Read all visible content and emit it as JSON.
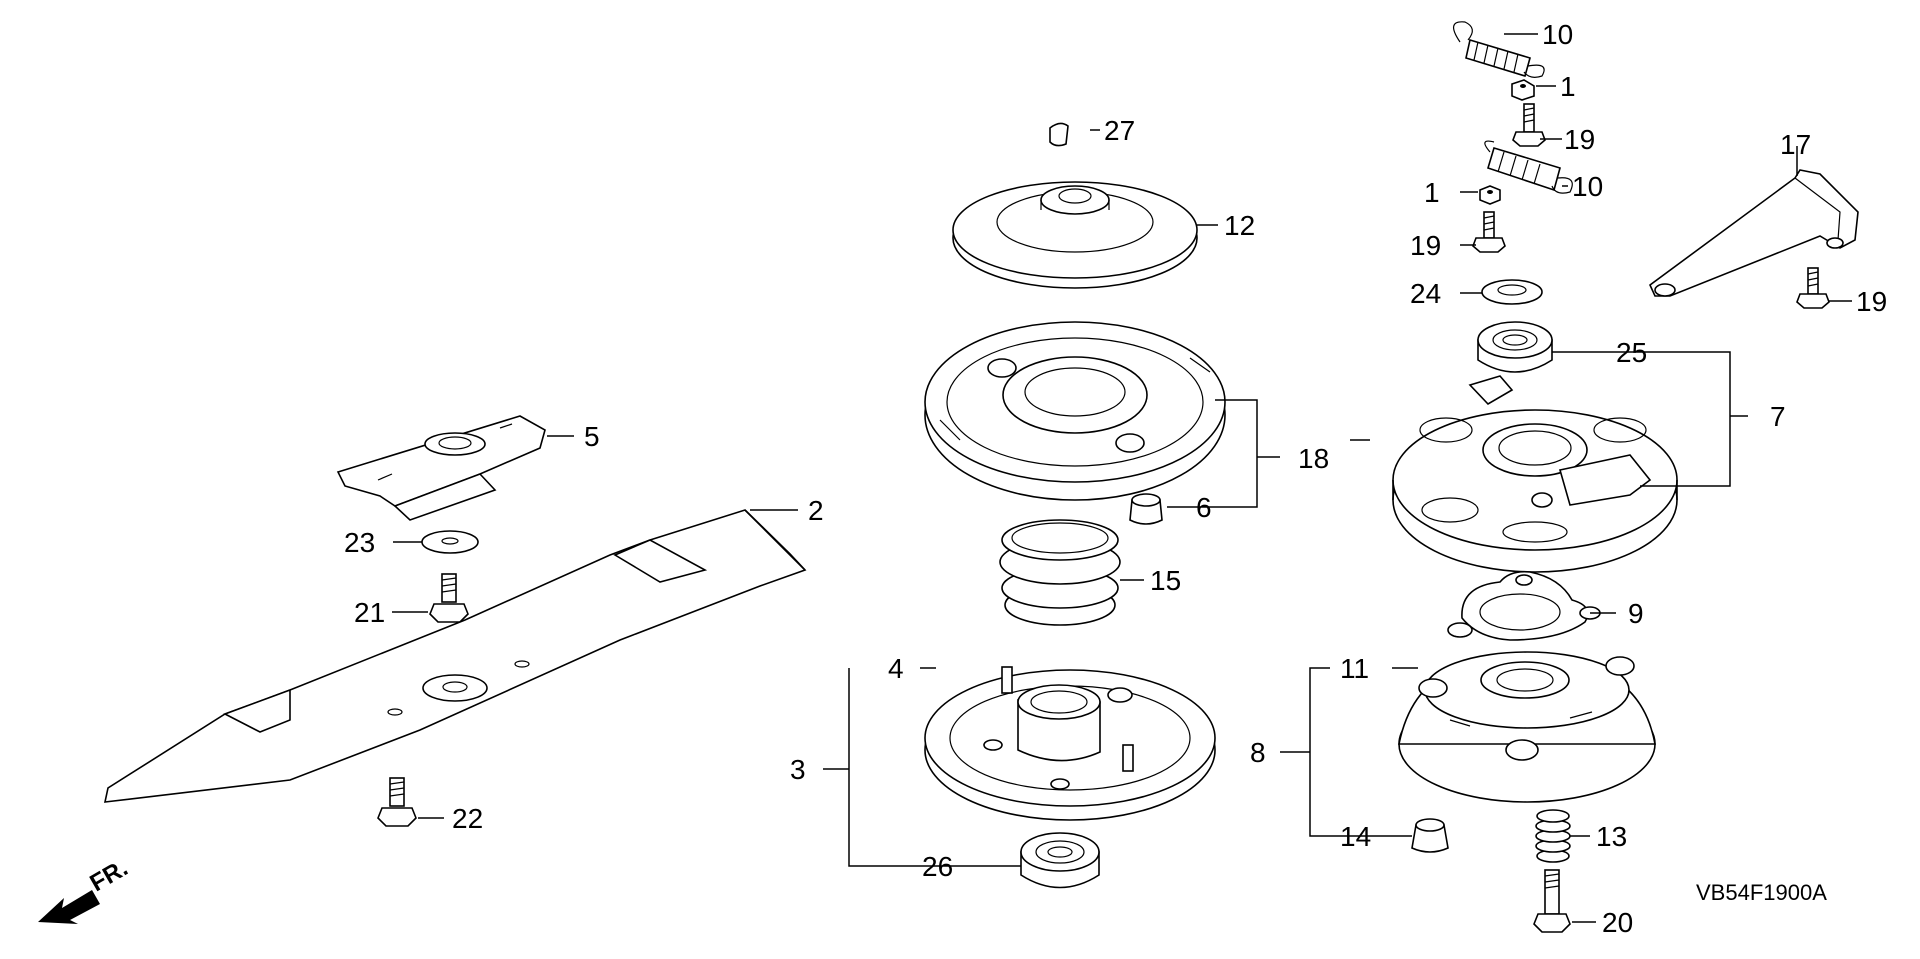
{
  "diagram": {
    "drawing_code": "VB54F1900A",
    "front_indicator": "FR.",
    "callouts": {
      "p1a": "1",
      "p1b": "1",
      "p2": "2",
      "p3": "3",
      "p4": "4",
      "p5": "5",
      "p6": "6",
      "p7": "7",
      "p8": "8",
      "p9": "9",
      "p10a": "10",
      "p10b": "10",
      "p11": "11",
      "p12": "12",
      "p13": "13",
      "p14": "14",
      "p15": "15",
      "p17": "17",
      "p18": "18",
      "p19a": "19",
      "p19b": "19",
      "p19c": "19",
      "p20": "20",
      "p21": "21",
      "p22": "22",
      "p23": "23",
      "p24": "24",
      "p25": "25",
      "p26": "26",
      "p27": "27"
    }
  }
}
